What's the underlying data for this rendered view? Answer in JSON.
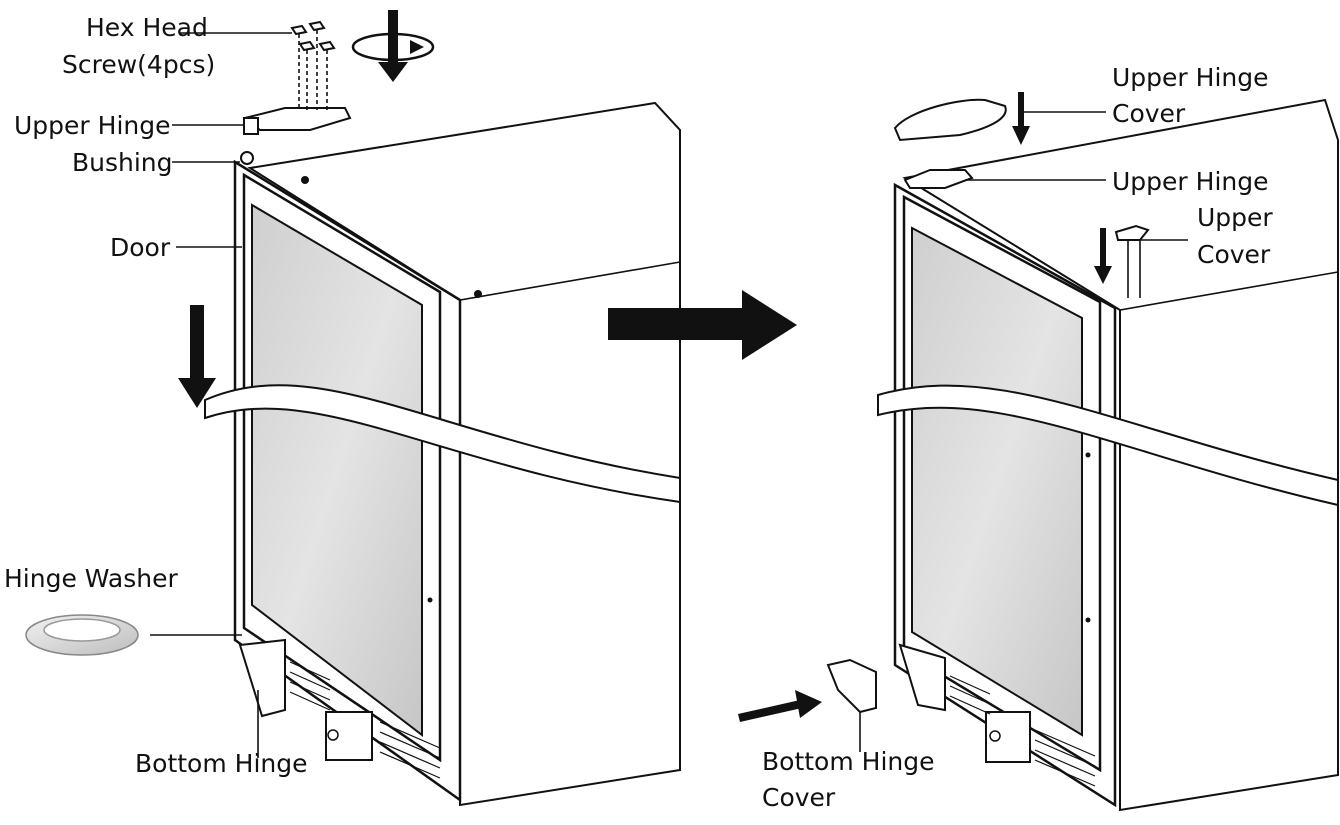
{
  "labels": {
    "hex_head_screw_line1": "Hex Head",
    "hex_head_screw_line2": "Screw(4pcs)",
    "upper_hinge_left": "Upper Hinge",
    "bushing": "Bushing",
    "door": "Door",
    "hinge_washer": "Hinge Washer",
    "bottom_hinge": "Bottom Hinge",
    "upper_hinge_cover_line1": "Upper Hinge",
    "upper_hinge_cover_line2": "Cover",
    "upper_hinge_right": "Upper Hinge",
    "upper_cover_line1": "Upper",
    "upper_cover_line2": "Cover",
    "bottom_hinge_cover_line1": "Bottom Hinge",
    "bottom_hinge_cover_line2": "Cover"
  },
  "icons": {
    "direction": "arrow-right-icon",
    "rotate": "rotate-icon",
    "down": "arrow-down-icon"
  }
}
